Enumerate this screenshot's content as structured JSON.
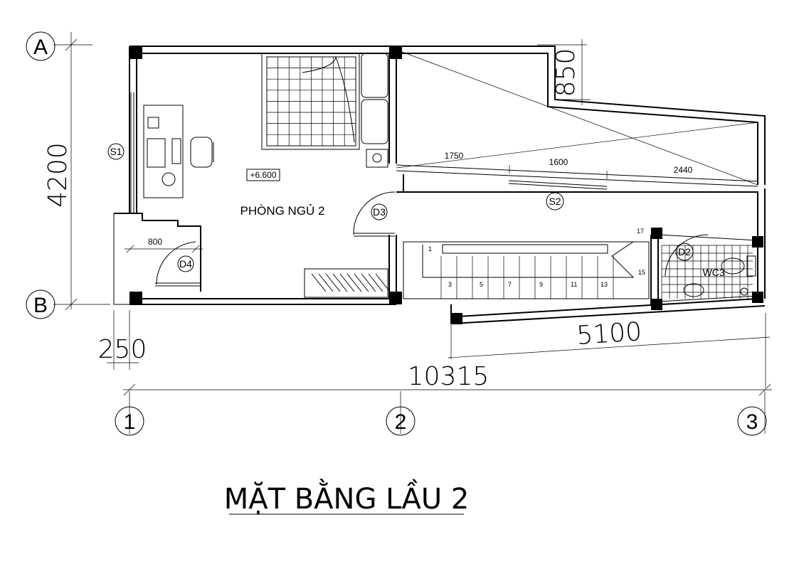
{
  "title": "MẶT BẰNG LẦU 2",
  "room_label": "PHÒNG NGỦ 2",
  "level_label": "+6.600",
  "wc_label": "WC3",
  "doors": {
    "d2": "D2",
    "d3": "D3",
    "d4": "D4"
  },
  "windows": {
    "s1": "S1",
    "s2": "S2"
  },
  "axes": {
    "a": "A",
    "b": "B",
    "c1": "1",
    "c2": "2",
    "c3": "3"
  },
  "dimensions": {
    "height_4200": "4200",
    "offset_850": "850",
    "offset_250": "250",
    "total_10315": "10315",
    "length_5100": "5100",
    "door_800": "800",
    "seg_1750": "1750",
    "seg_1600": "1600",
    "seg_2440": "2440"
  },
  "stair_steps": [
    "1",
    "3",
    "5",
    "7",
    "9",
    "11",
    "13",
    "15",
    "17"
  ]
}
